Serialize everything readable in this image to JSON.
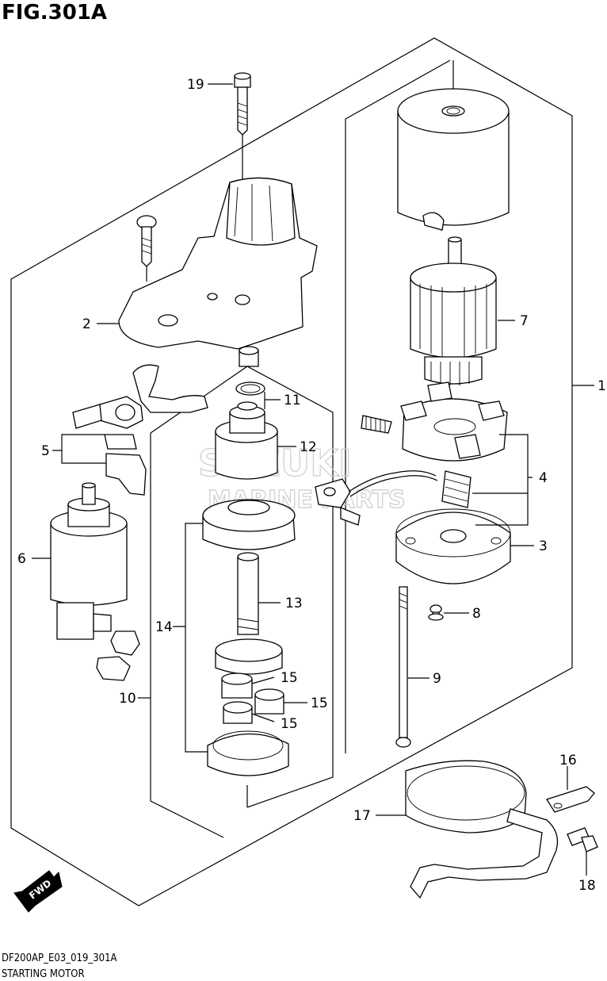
{
  "figure": {
    "title": "FIG.301A",
    "code": "DF200AP_E03_019_301A",
    "caption": "STARTING MOTOR",
    "watermark_line1": "SUZUKI",
    "watermark_line2": "MARINE PARTS"
  },
  "callouts": {
    "c1": "1",
    "c2": "2",
    "c3": "3",
    "c4": "4",
    "c5": "5",
    "c6": "6",
    "c7": "7",
    "c8": "8",
    "c9": "9",
    "c10": "10",
    "c11": "11",
    "c12": "12",
    "c13": "13",
    "c14": "14",
    "c15a": "15",
    "c15b": "15",
    "c15c": "15",
    "c16": "16",
    "c17": "17",
    "c18": "18",
    "c19": "19"
  },
  "fwd_badge": "FWD"
}
